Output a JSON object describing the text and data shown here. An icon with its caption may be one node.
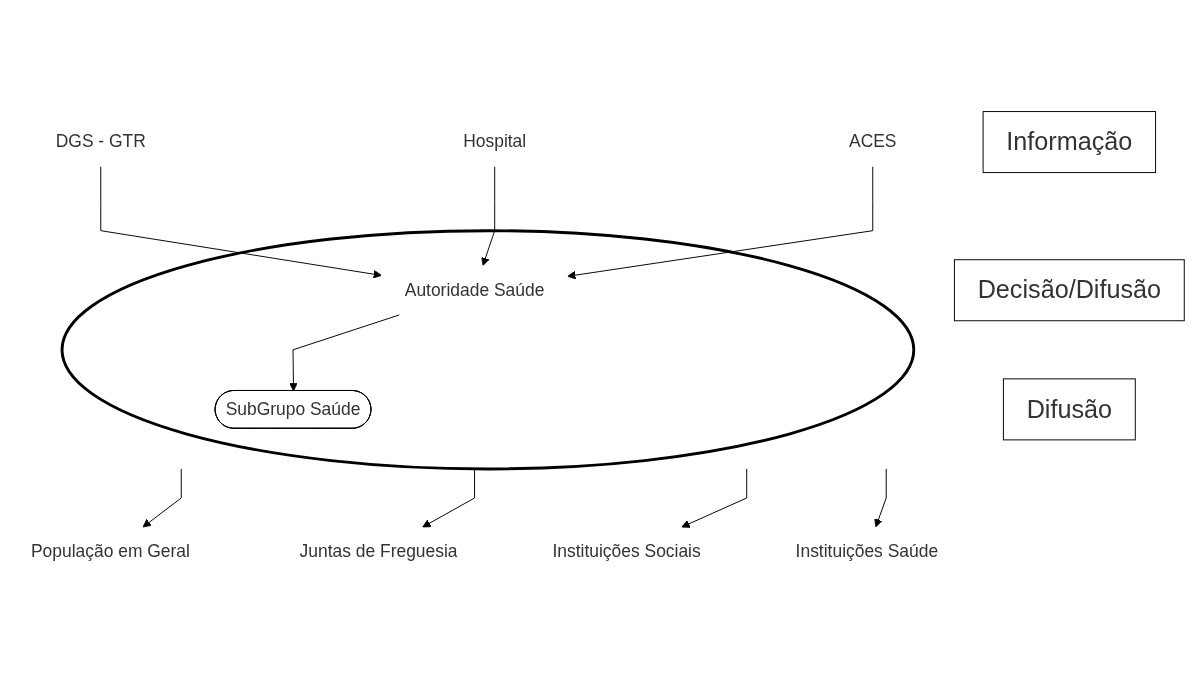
{
  "diagram": {
    "nodes": [
      {
        "text": [
          "Informação"
        ]
      },
      {
        "text": [
          "Decisão/Difusão"
        ]
      },
      {
        "text": [
          "Difusão"
        ]
      },
      {
        "text": [
          "DGS - GTR"
        ]
      },
      {
        "text": [
          "Hospital"
        ]
      },
      {
        "text": [
          "ACES"
        ]
      },
      {
        "text": [],
        "shape": "ellipse"
      },
      {
        "text": [
          "Autoridade Saúde"
        ],
        "in": 6
      },
      {
        "text": [
          "SubGrupo Saúde"
        ],
        "in": 6
      },
      {
        "text": [
          "População em Geral"
        ]
      },
      {
        "text": [
          "Juntas de Freguesia"
        ]
      },
      {
        "text": [
          "Instituições Sociais"
        ]
      },
      {
        "text": [
          "Instituições Saúde"
        ]
      }
    ],
    "edges": [
      {
        "from": 3,
        "to": 7,
        "arrow": "to"
      },
      {
        "from": 4,
        "to": 7,
        "arrow": "to"
      },
      {
        "from": 5,
        "to": 7,
        "arrow": "to"
      },
      {
        "from": 7,
        "to": 8,
        "arrow": "to"
      },
      {
        "from": 6,
        "to": 9,
        "arrow": "to"
      },
      {
        "from": 6,
        "to": 10,
        "arrow": "to"
      },
      {
        "from": 6,
        "to": 11,
        "arrow": "to"
      },
      {
        "from": 6,
        "to": 12,
        "arrow": "to"
      }
    ]
  }
}
